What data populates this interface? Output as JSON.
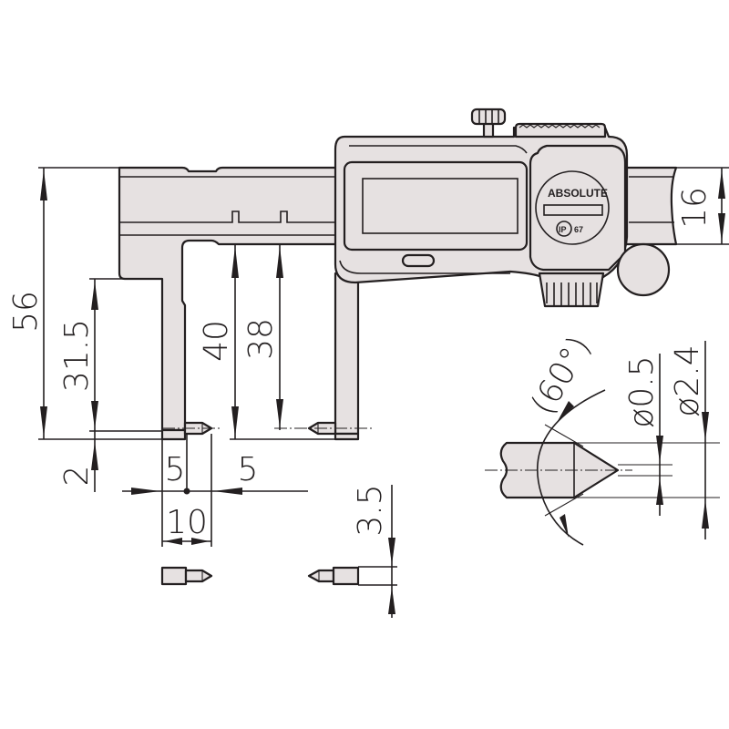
{
  "drawing": {
    "subject": "Digital caliper with point jaws - dimensional drawing",
    "colors": {
      "line": "#231f20",
      "body_fill": "#e6e1e1",
      "background": "#ffffff"
    },
    "branding": {
      "logo_text": "ABSOLUTE",
      "ip_rating": "IP",
      "ip_rating_suffix": "67"
    },
    "dimensions": {
      "overall_height": "56",
      "jaw_length": "31.5",
      "tip_offset": "2",
      "inner_depth_40": "40",
      "inner_depth_38": "38",
      "beam_height": "16",
      "offset_left": "5",
      "offset_right": "5",
      "tip_spacing": "10",
      "point_length": "3.5",
      "point_angle": "(60°)",
      "tip_diameter": "ø0.5",
      "shank_diameter": "ø2.4"
    }
  }
}
